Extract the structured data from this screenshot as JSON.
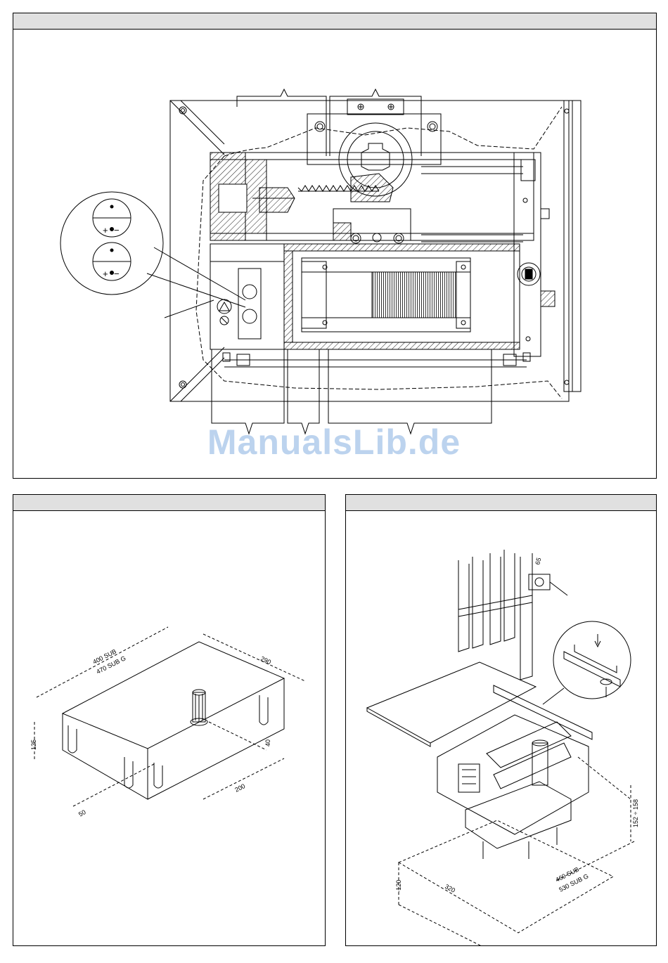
{
  "watermark": "ManualsLib.de",
  "top_panel": {
    "header": "",
    "indicator_symbols": {
      "plus": "+",
      "minus": "−"
    }
  },
  "box_panel": {
    "header": "",
    "dims": {
      "length": "400 SUB",
      "length_g": "470 SUB G",
      "width": "290",
      "height": "125",
      "pivot_offset": "200",
      "pivot_height": "40",
      "foot": "50"
    }
  },
  "install_panel": {
    "header": "",
    "dims": {
      "gap": "65",
      "depth": "152 ÷ 158",
      "pit_length": "460 SUB",
      "pit_length_g": "530 SUB G",
      "pit_width": "320",
      "pit_depth": "~120"
    }
  }
}
